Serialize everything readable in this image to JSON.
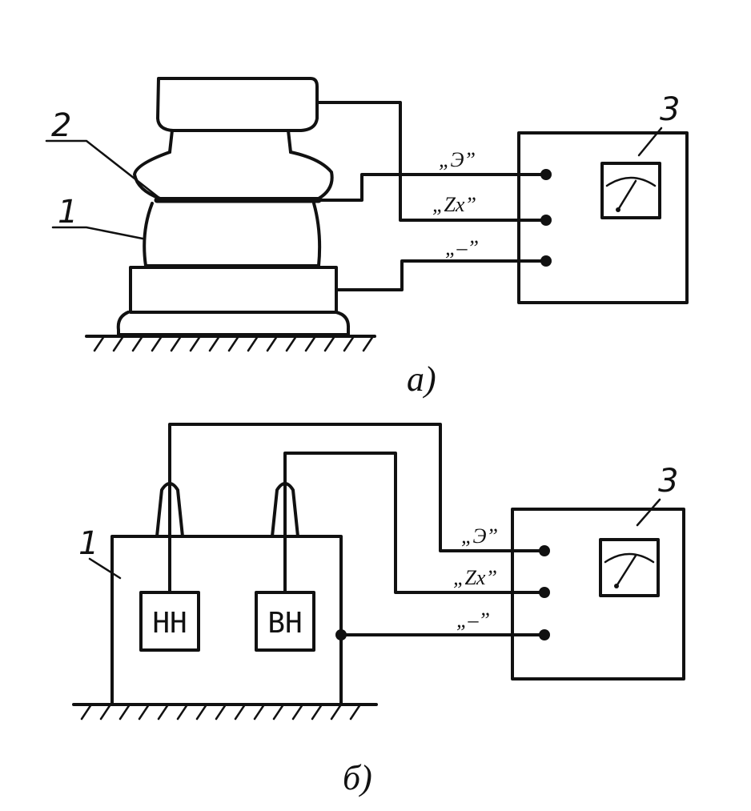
{
  "panel_a": {
    "caption": "а)",
    "label_1": "1",
    "label_2": "2",
    "label_3": "3",
    "terminal_e": "„Э”",
    "terminal_zx": "„Zх”",
    "terminal_minus": "„–”"
  },
  "panel_b": {
    "caption": "б)",
    "label_1": "1",
    "label_3": "3",
    "winding_lv": "НН",
    "winding_hv": "ВН",
    "terminal_e": "„Э”",
    "terminal_zx": "„Zх”",
    "terminal_minus": "„–”"
  }
}
